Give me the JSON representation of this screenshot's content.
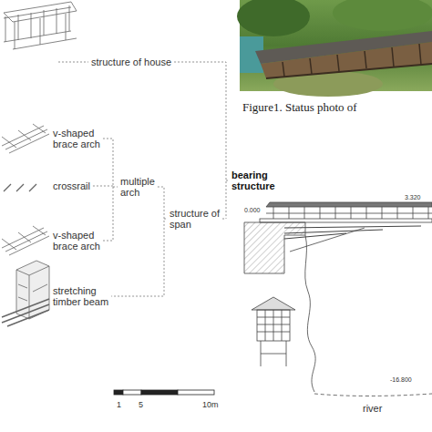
{
  "diagram": {
    "caption": "Figure1. Status photo of",
    "labels": [
      "structure of house",
      "v-shaped brace arch",
      "crossrail",
      "multiple arch",
      "v-shaped brace arch",
      "structure of span",
      "stretching timber beam",
      "bearing structure",
      "3.320",
      "0.000",
      "-16.800",
      "1",
      "5",
      "10m",
      "river"
    ]
  }
}
